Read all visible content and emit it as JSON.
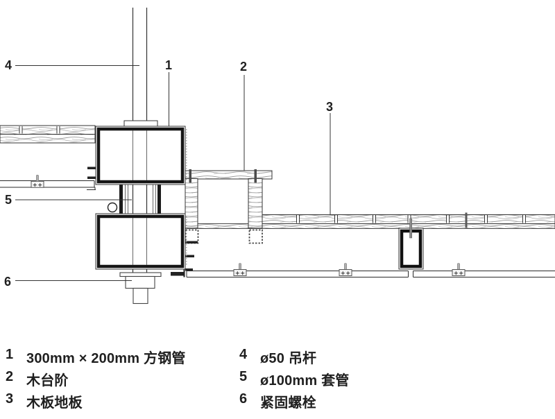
{
  "drawing": {
    "kind": "construction-section-detail",
    "description_items": 6
  },
  "callouts": [
    {
      "num": "1"
    },
    {
      "num": "2"
    },
    {
      "num": "3"
    },
    {
      "num": "4"
    },
    {
      "num": "5"
    },
    {
      "num": "6"
    }
  ],
  "legend": {
    "items": [
      {
        "num": "1",
        "label": "300mm × 200mm 方钢管"
      },
      {
        "num": "2",
        "label": "木台阶"
      },
      {
        "num": "3",
        "label": "木板地板"
      },
      {
        "num": "4",
        "label": "ø50 吊杆"
      },
      {
        "num": "5",
        "label": "ø100mm 套管"
      },
      {
        "num": "6",
        "label": "紧固螺栓"
      }
    ]
  },
  "colors": {
    "line": "#1f1f1f",
    "steel_outline": "#161616",
    "wood_grain": "#9b9b9b",
    "hardware": "#6e6e6e",
    "background": "#ffffff"
  }
}
